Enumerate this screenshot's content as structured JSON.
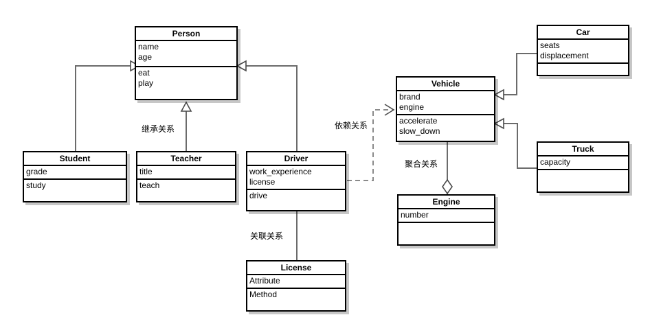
{
  "diagram": {
    "type": "uml-class-diagram",
    "background_color": "#ffffff",
    "box_border_color": "#000000",
    "edge_color": "#6b6b6b"
  },
  "classes": [
    {
      "id": "person",
      "name": "Person",
      "attributes": [
        "name",
        "age"
      ],
      "operations": [
        "eat",
        "play"
      ]
    },
    {
      "id": "student",
      "name": "Student",
      "attributes": [
        "grade"
      ],
      "operations": [
        "study"
      ]
    },
    {
      "id": "teacher",
      "name": "Teacher",
      "attributes": [
        "title"
      ],
      "operations": [
        "teach"
      ]
    },
    {
      "id": "driver",
      "name": "Driver",
      "attributes": [
        "work_experience",
        "license"
      ],
      "operations": [
        "drive"
      ]
    },
    {
      "id": "license",
      "name": "License",
      "attributes": [
        "Attribute"
      ],
      "operations": [
        "Method"
      ]
    },
    {
      "id": "vehicle",
      "name": "Vehicle",
      "attributes": [
        "brand",
        "engine"
      ],
      "operations": [
        "accelerate",
        "slow_down"
      ]
    },
    {
      "id": "car",
      "name": "Car",
      "attributes": [
        "seats",
        "displacement"
      ],
      "operations": []
    },
    {
      "id": "truck",
      "name": "Truck",
      "attributes": [
        "capacity"
      ],
      "operations": []
    },
    {
      "id": "engine",
      "name": "Engine",
      "attributes": [
        "number"
      ],
      "operations": []
    }
  ],
  "relationship_labels": [
    {
      "id": "inheritance",
      "text": "继承关系"
    },
    {
      "id": "dependency",
      "text": "依赖关系"
    },
    {
      "id": "aggregation",
      "text": "聚合关系"
    },
    {
      "id": "association",
      "text": "关联关系"
    }
  ]
}
